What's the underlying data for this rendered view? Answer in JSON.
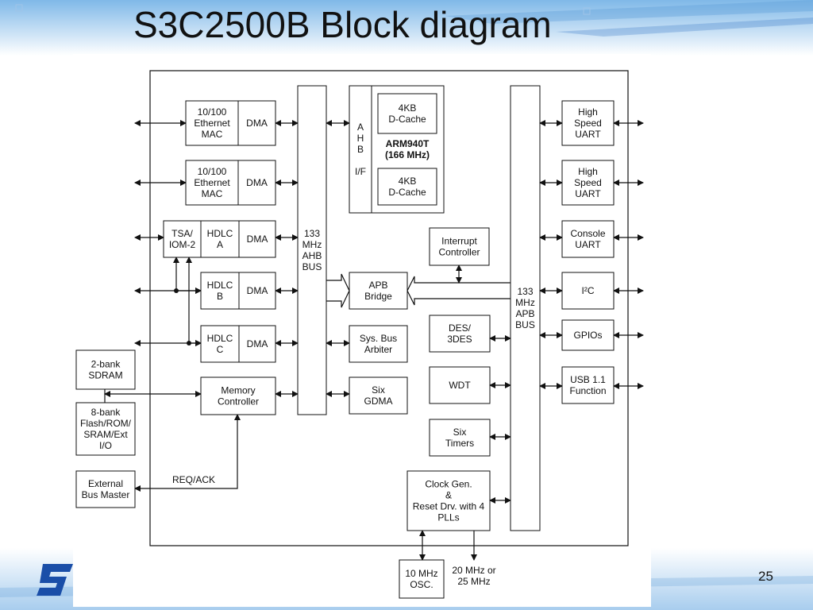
{
  "slide": {
    "title": "S3C2500B Block diagram",
    "page_number": "25"
  },
  "blocks": {
    "eth_mac_1": [
      "10/100",
      "Ethernet",
      "MAC"
    ],
    "eth_dma_1": [
      "DMA"
    ],
    "eth_mac_2": [
      "10/100",
      "Ethernet",
      "MAC"
    ],
    "eth_dma_2": [
      "DMA"
    ],
    "tsa_iom": [
      "TSA/",
      "IOM-2"
    ],
    "hdlc_a": [
      "HDLC",
      "A"
    ],
    "hdlc_a_dma": [
      "DMA"
    ],
    "hdlc_b": [
      "HDLC",
      "B"
    ],
    "hdlc_b_dma": [
      "DMA"
    ],
    "hdlc_c": [
      "HDLC",
      "C"
    ],
    "hdlc_c_dma": [
      "DMA"
    ],
    "ahb_bus": [
      "133",
      "MHz",
      "AHB",
      "BUS"
    ],
    "ahb_if": [
      "A",
      "H",
      "B",
      "",
      "I/F"
    ],
    "d_cache_1": [
      "4KB",
      "D-Cache"
    ],
    "arm_core": [
      "ARM940T",
      "(166 MHz)"
    ],
    "d_cache_2": [
      "4KB",
      "D-Cache"
    ],
    "apb_bus": [
      "133",
      "MHz",
      "APB",
      "BUS"
    ],
    "high_speed_uart_1": [
      "High",
      "Speed",
      "UART"
    ],
    "high_speed_uart_2": [
      "High",
      "Speed",
      "UART"
    ],
    "console_uart": [
      "Console",
      "UART"
    ],
    "i2c": "I²C",
    "gpios": [
      "GPIOs"
    ],
    "usb_function": [
      "USB 1.1",
      "Function"
    ],
    "interrupt_controller": [
      "Interrupt",
      "Controller"
    ],
    "apb_bridge": [
      "APB",
      "Bridge"
    ],
    "sys_bus_arbiter": [
      "Sys. Bus",
      "Arbiter"
    ],
    "six_gdma": [
      "Six",
      "GDMA"
    ],
    "des_3des": [
      "DES/",
      "3DES"
    ],
    "wdt": [
      "WDT"
    ],
    "six_timers": [
      "Six",
      "Timers"
    ],
    "clock_gen": [
      "Clock Gen.",
      "&",
      "Reset Drv. with 4",
      "PLLs"
    ],
    "sdram": [
      "2-bank",
      "SDRAM"
    ],
    "flash_rom": [
      "8-bank",
      "Flash/ROM/",
      "SRAM/Ext",
      "I/O"
    ],
    "external_bus_master": [
      "External",
      "Bus Master"
    ],
    "memory_controller": [
      "Memory",
      "Controller"
    ],
    "osc": [
      "10 MHz",
      "OSC."
    ]
  },
  "labels": {
    "req_ack": "REQ/ACK",
    "clock_freq": [
      "20 MHz or",
      "25 MHz"
    ]
  },
  "colors": {
    "line": "#111111",
    "box_fill": "#ffffff",
    "title_text": "#111111"
  }
}
